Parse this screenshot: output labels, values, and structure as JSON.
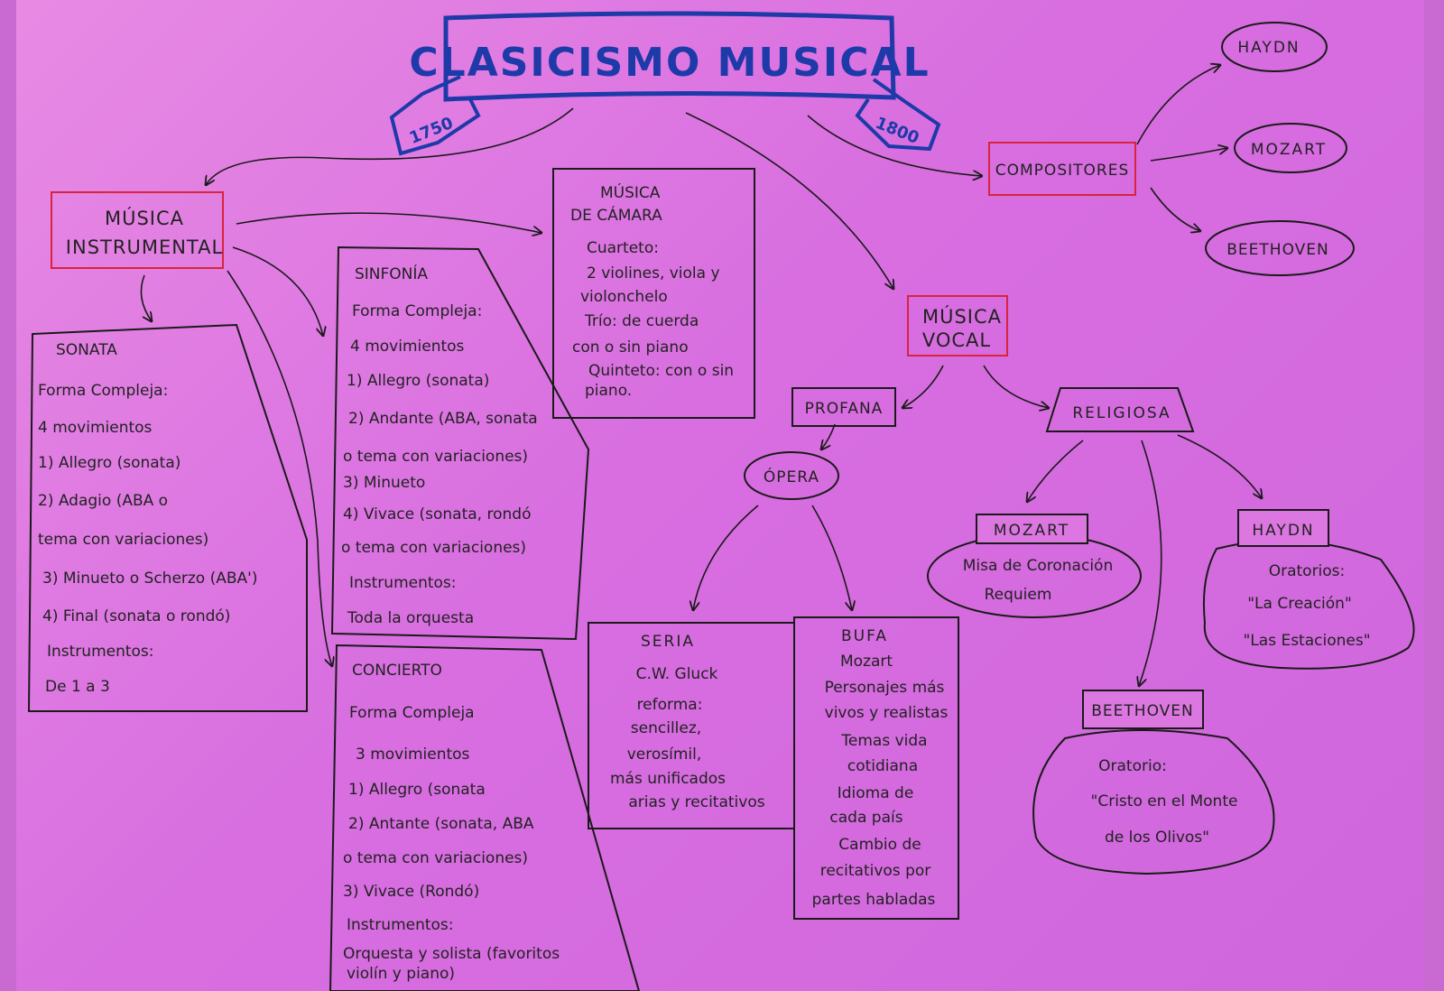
{
  "title": "CLASICISMO MUSICAL",
  "year_start": "1750",
  "year_end": "1800",
  "colors": {
    "banner": "#1d3aa8",
    "box_red": "#d8243c",
    "ink": "#1a1a1a",
    "paper": "#dd78e2"
  },
  "instrumental": {
    "line1": "MÚSICA",
    "line2": "INSTRUMENTAL"
  },
  "sonata": {
    "title": "SONATA",
    "lines": [
      "Forma Compleja:",
      "4 movimientos",
      "1) Allegro (sonata)",
      "2) Adagio (ABA o",
      "tema con variaciones)",
      "3) Minueto o Scherzo (ABA')",
      "4) Final (sonata o rondó)",
      "Instrumentos:",
      "De 1 a 3"
    ]
  },
  "sinfonia": {
    "title": "SINFONÍA",
    "lines": [
      "Forma Compleja:",
      "4 movimientos",
      "1) Allegro (sonata)",
      "2) Andante (ABA, sonata",
      "o tema con variaciones)",
      "3) Minueto",
      "4) Vivace (sonata, rondó",
      "o tema con variaciones)",
      "Instrumentos:",
      "Toda la orquesta"
    ]
  },
  "camara": {
    "title1": "MÚSICA",
    "title2": "DE CÁMARA",
    "lines": [
      "Cuarteto:",
      "2 violines, viola y",
      "violonchelo",
      "Trío: de cuerda",
      "con o sin piano",
      "Quinteto: con o sin",
      "piano."
    ]
  },
  "concierto": {
    "title": "CONCIERTO",
    "lines": [
      "Forma Compleja",
      "3 movimientos",
      "1) Allegro (sonata",
      "2) Antante (sonata, ABA",
      "o tema con variaciones)",
      "3) Vivace (Rondó)",
      "Instrumentos:",
      "Orquesta y solista (favoritos",
      "violín y piano)"
    ]
  },
  "vocal": {
    "line1": "MÚSICA",
    "line2": "VOCAL"
  },
  "profana": "PROFANA",
  "opera": "ÓPERA",
  "seria": {
    "title": "SERIA",
    "lines": [
      "C.W. Gluck",
      "reforma:",
      "sencillez,",
      "verosímil,",
      "más unificados",
      "arias y recitativos"
    ]
  },
  "bufa": {
    "title": "BUFA",
    "lines": [
      "Mozart",
      "Personajes más",
      "vivos y realistas",
      "Temas vida",
      "cotidiana",
      "Idioma de",
      "cada país",
      "Cambio de",
      "recitativos por",
      "partes habladas"
    ]
  },
  "religiosa": "RELIGIOSA",
  "mozart_rel": {
    "name": "MOZART",
    "lines": [
      "Misa de Coronación",
      "Requiem"
    ]
  },
  "haydn_rel": {
    "name": "HAYDN",
    "lines": [
      "Oratorios:",
      "\"La Creación\"",
      "\"Las Estaciones\""
    ]
  },
  "beethoven_rel": {
    "name": "BEETHOVEN",
    "lines": [
      "Oratorio:",
      "\"Cristo en el Monte",
      "de los Olivos\""
    ]
  },
  "compositores": {
    "label": "COMPOSITORES",
    "names": [
      "HAYDN",
      "MOZART",
      "BEETHOVEN"
    ]
  }
}
